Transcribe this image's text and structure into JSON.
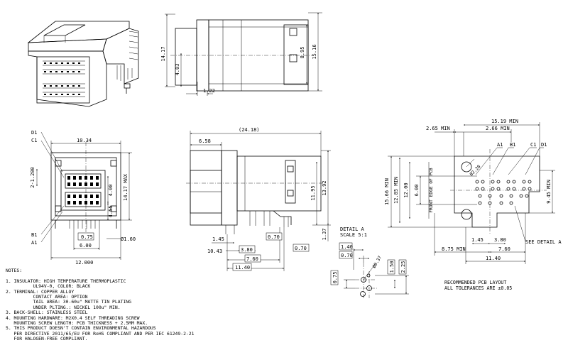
{
  "dimensions": {
    "d_14_17_top": "14.17",
    "d_4_03": "4.03",
    "d_1_22": "1.22",
    "d_8_95": "8.95",
    "d_15_16": "15.16",
    "d_10_34": "10.34",
    "d_2x1_200": "2-1.200",
    "d_4_00": "4.00",
    "d_4_55": "4.55",
    "d_14_17_max": "14.17 MAX",
    "d_0_75_front": "0.75",
    "d_6_00_front": "6.00",
    "d_12_000": "12.000",
    "d_dia_1_60": "Ø1.60",
    "d_24_18": "(24.18)",
    "d_6_58": "6.58",
    "d_11_95": "11.95",
    "d_13_92": "13.92",
    "d_1_45_side": "1.45",
    "d_3_80_side": "3.80",
    "d_10_43": "10.43",
    "d_0_70_a": "0.70",
    "d_0_70_b": "0.70",
    "d_7_60_side": "7.60",
    "d_11_40_side": "11.40",
    "d_1_37": "1.37",
    "d_1_40": "1.40",
    "d_0_70_det": "0.70",
    "d_0_75_det": "0.75",
    "d_1_50": "1.50",
    "d_2_25": "2.25",
    "d_dia_0_37": "Ø0.37",
    "d_15_19_min": "15.19 MIN",
    "d_2_65_min": "2.65 MIN",
    "d_2_66_min": "2.66 MIN",
    "d_15_66_min": "15.66 MIN",
    "d_12_85_min": "12.85 MIN",
    "d_12_00": "12.00",
    "d_6_00_pcb": "6.00",
    "d_9_45_min": "9.45 MIN",
    "d_dia_2_20": "Ø2.20",
    "d_1_45_pcb": "1.45",
    "d_3_80_pcb": "3.80",
    "d_8_75_min": "8.75 MIN",
    "d_7_60_pcb": "7.60",
    "d_11_40_pcb": "11.40"
  },
  "labels": {
    "d1_front": "D1",
    "c1_front": "C1",
    "b1_front": "B1",
    "a1_front": "A1",
    "a1_pcb": "A1",
    "b1_pcb": "B1",
    "c1_pcb": "C1",
    "d1_pcb": "D1",
    "front_edge": "FRONT EDGE OF PCB",
    "see_detail": "SEE DETAIL  A",
    "detail_title": "DETAIL  A",
    "detail_scale": "SCALE  5:1"
  },
  "notes": {
    "title": "NOTES:",
    "lines": "1. INSULATOR: HIGH TEMPERATURE THERMOPLASTIC\n          UL94V-0, COLOR: BLACK\n2. TERMINAL: COPPER ALLOY\n          CONTACT AREA: OPTION\n          TAIL AREA: 30-60u\" MATTE TIN PLATING\n          UNDER PLTING.: NICKEL 100u\" MIN.\n3. BACK-SHELL: STAINLESS STEEL\n4. MOUNTING HARDWARE: M2X0.4 SELF THREADING SCREW\n   MOUNTING SCREW LENGTH: PCB THICKNESS + 2.5MM MAX.\n5. THIS PRODUCT DOESN'T CONTAIN ENVIRONMENTAL HAZARDOUS\n   PER DIRECTIVE 2011/65/EU FOR RoHS COMPLIANT AND PER IEC 61249-2-21\n   FOR HALOGEN-FREE COMPLIANT."
  },
  "pcb_note": "RECOMMENDED PCB LAYOUT\nALL TOLERANCES ARE ±0.05"
}
